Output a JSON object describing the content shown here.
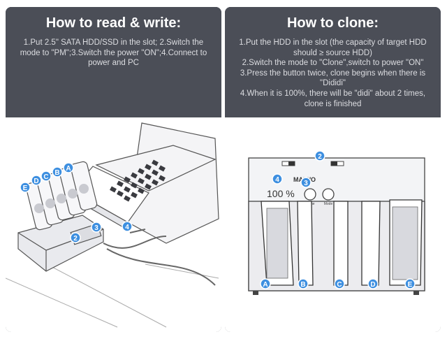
{
  "read_write": {
    "title": "How to read & write:",
    "steps": [
      "1.Put 2.5\" SATA HDD/SSD in the slot; 2.Switch the",
      "mode to \"PM\";3.Switch the power \"ON\";4.Connect to",
      "power and PC"
    ],
    "markers": [
      "A",
      "B",
      "C",
      "D",
      "E",
      "2",
      "3",
      "4"
    ]
  },
  "clone": {
    "title": "How to clone:",
    "steps": [
      "1.Put the HDD in the slot (the capacity of target HDD",
      "should ≥ source HDD)",
      "2.Switch the mode to \"Clone\",switch to power \"ON\"",
      "3.Press the button twice, clone begins when there is",
      "\"Dididi\"",
      "4.When it is 100%, there will be \"didi\" about 2 times,",
      "clone is finished"
    ],
    "device_brand": "MAIWO",
    "display_value": "100 %",
    "button_labels": [
      "Clone",
      "Mode"
    ],
    "markers": [
      "2",
      "3",
      "4",
      "A",
      "B",
      "C",
      "D",
      "E"
    ]
  }
}
